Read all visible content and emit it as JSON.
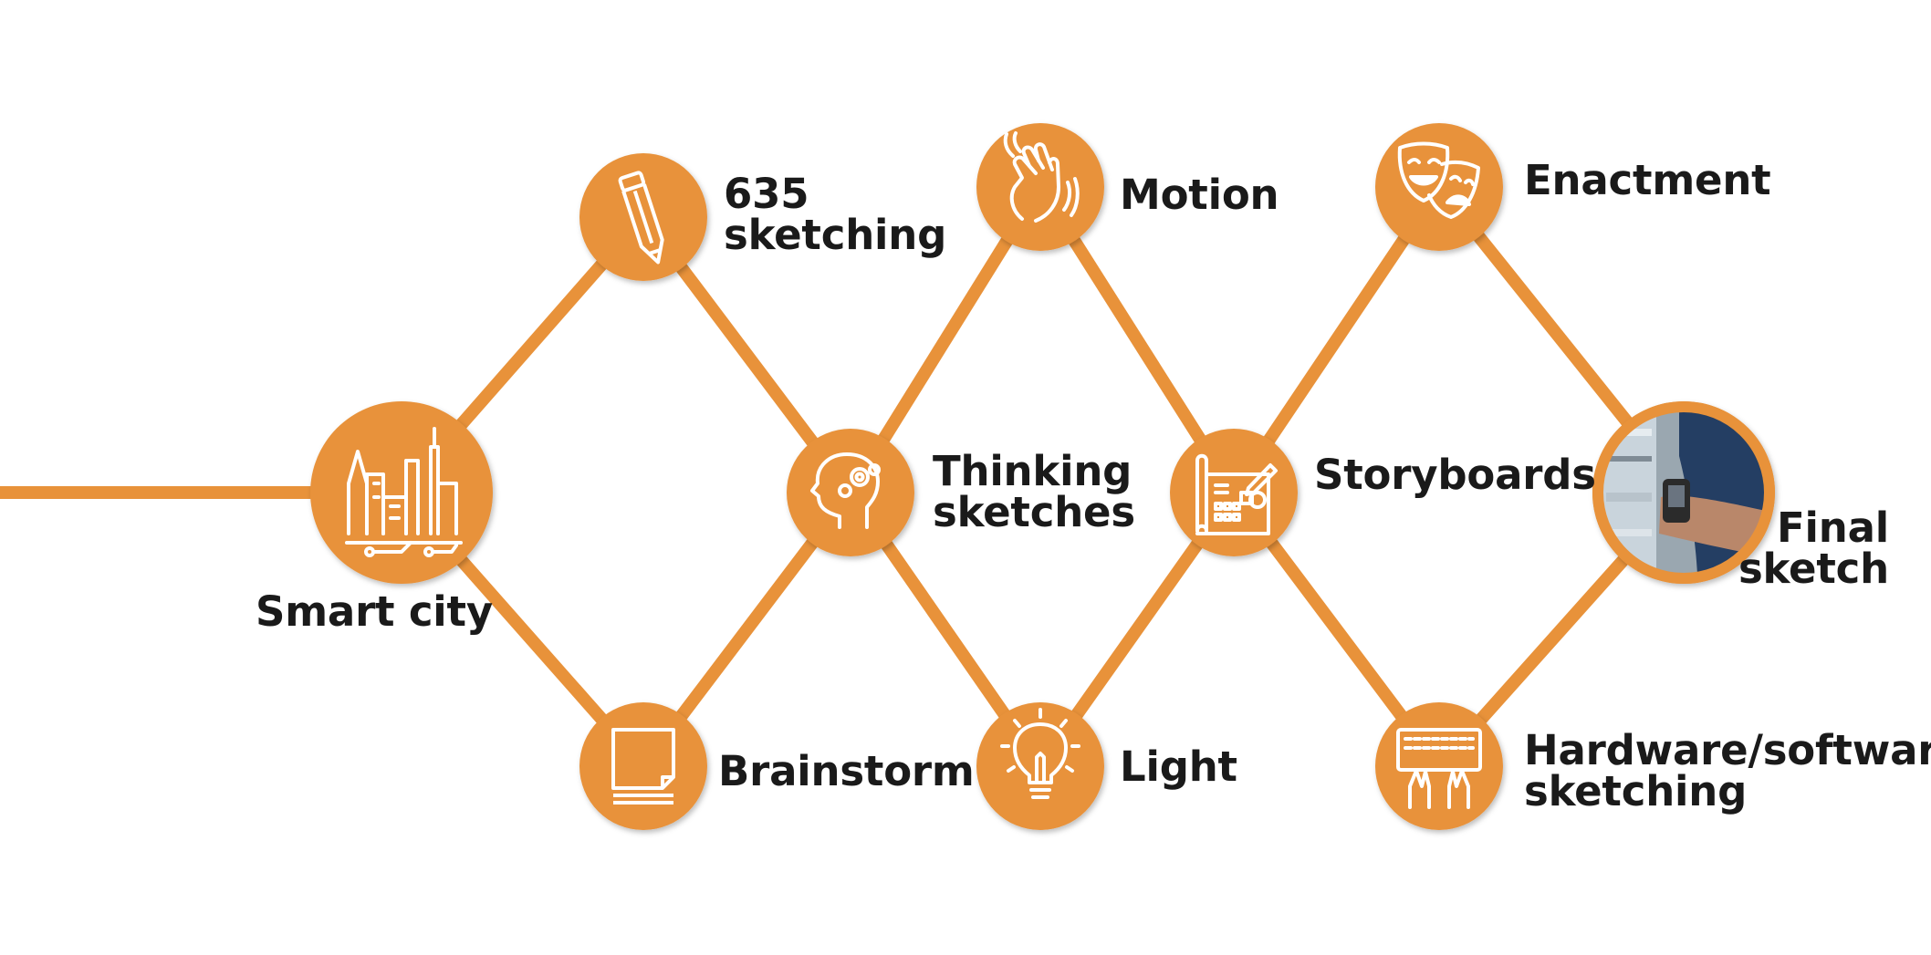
{
  "colors": {
    "accent": "#E8923A",
    "label": "#1a1a1a",
    "icon_stroke": "#ffffff"
  },
  "nodes": [
    {
      "id": "smart-city",
      "icon": "city-icon",
      "label_lines": [
        "Smart city"
      ]
    },
    {
      "id": "635-sketching",
      "icon": "pencil-icon",
      "label_lines": [
        "635",
        "sketching"
      ]
    },
    {
      "id": "brainstorm",
      "icon": "notepad-icon",
      "label_lines": [
        "Brainstorm"
      ]
    },
    {
      "id": "thinking-sketches",
      "icon": "head-gears-icon",
      "label_lines": [
        "Thinking",
        "sketches"
      ]
    },
    {
      "id": "motion",
      "icon": "waving-hand-icon",
      "label_lines": [
        "Motion"
      ]
    },
    {
      "id": "light",
      "icon": "light-bulb-icon",
      "label_lines": [
        "Light"
      ]
    },
    {
      "id": "storyboards",
      "icon": "blueprint-icon",
      "label_lines": [
        "Storyboards"
      ]
    },
    {
      "id": "enactment",
      "icon": "theatre-masks-icon",
      "label_lines": [
        "Enactment"
      ]
    },
    {
      "id": "hardware-software-sketching",
      "icon": "keyboard-hands-icon",
      "label_lines": [
        "Hardware/software",
        "sketching"
      ]
    },
    {
      "id": "final-sketch",
      "icon": "wearable-device-photo",
      "label_lines": [
        "Final",
        "sketch"
      ]
    }
  ],
  "edges": [
    [
      "smart-city",
      "635-sketching"
    ],
    [
      "smart-city",
      "brainstorm"
    ],
    [
      "635-sketching",
      "thinking-sketches"
    ],
    [
      "brainstorm",
      "thinking-sketches"
    ],
    [
      "thinking-sketches",
      "motion"
    ],
    [
      "thinking-sketches",
      "light"
    ],
    [
      "motion",
      "storyboards"
    ],
    [
      "light",
      "storyboards"
    ],
    [
      "storyboards",
      "enactment"
    ],
    [
      "storyboards",
      "hardware-software-sketching"
    ],
    [
      "enactment",
      "final-sketch"
    ],
    [
      "hardware-software-sketching",
      "final-sketch"
    ]
  ]
}
